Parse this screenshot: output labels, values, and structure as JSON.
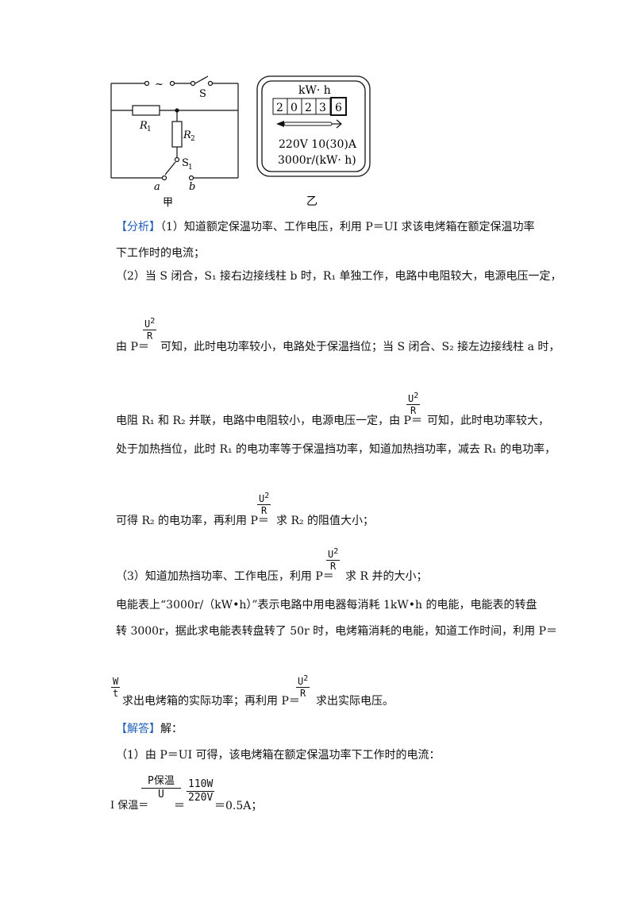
{
  "figure": {
    "circuit": {
      "source_symbol": "~",
      "switch_s": "S",
      "r1": "R",
      "r1_sub": "1",
      "r2": "R",
      "r2_sub": "2",
      "s1": "S",
      "s1_sub": "1",
      "terminal_a": "a",
      "terminal_b": "b",
      "caption": "甲"
    },
    "meter": {
      "unit": "kW· h",
      "digits": [
        "2",
        "0",
        "2",
        "3",
        "6"
      ],
      "rating": "220V 10(30)A",
      "constant": "3000r/(kW· h)",
      "caption": "乙"
    }
  },
  "analysis": {
    "tag": "【分析】",
    "line1": "（1）知道额定保温功率、工作电压，利用 P＝UI 求该电烤箱在额定保温功率",
    "line2": "下工作时的电流；",
    "line3": "（2）当 S 闭合，S₁ 接右边接线柱 b 时，R₁ 单独工作，电路中电阻较大，电源电压一定，",
    "line4_pre": "由 P＝",
    "line4_post": "可知，此时电功率较小，电路处于保温挡位；当 S 闭合、S₂ 接左边接线柱 a 时，",
    "line5_pre": "电阻 R₁ 和 R₂ 并联，电路中电阻较小，电源电压一定，由 P＝",
    "line5_post": "可知，此时电功率较大，",
    "line6": "处于加热挡位，此时 R₁ 的电功率等于保温挡功率，知道加热挡功率，减去 R₁ 的电功率，",
    "line7_pre": "可得 R₂ 的电功率，再利用 P＝",
    "line7_post": "求 R₂ 的阻值大小；",
    "line8_pre": "（3）知道加热挡功率、工作电压，利用 P＝",
    "line8_post": "求 R 并的大小；",
    "line9": "电能表上“3000r/（kW•h）”表示电路中用电器每消耗 1kW•h 的电能，电能表的转盘",
    "line10": "转 3000r，据此求电能表转盘转了 50r 时，电烤箱消耗的电能，知道工作时间，利用 P＝",
    "line11_mid": "求出电烤箱的实际功率；再利用 P＝",
    "line11_post": "求出实际电压。"
  },
  "formulas": {
    "u2": "U",
    "u2_exp": "2",
    "r": "R",
    "w": "W",
    "t": "t",
    "p_keep": "P保温",
    "u": "U",
    "watt": "110W",
    "volt": "220V"
  },
  "answer": {
    "tag": "【解答】",
    "tag_after": "解：",
    "line1": "（1）由 P＝UI 可得，该电烤箱在额定保温功率下工作时的电流：",
    "line2_pre": "I 保温＝",
    "line2_eq": "＝",
    "line2_post": "＝0.5A；"
  }
}
